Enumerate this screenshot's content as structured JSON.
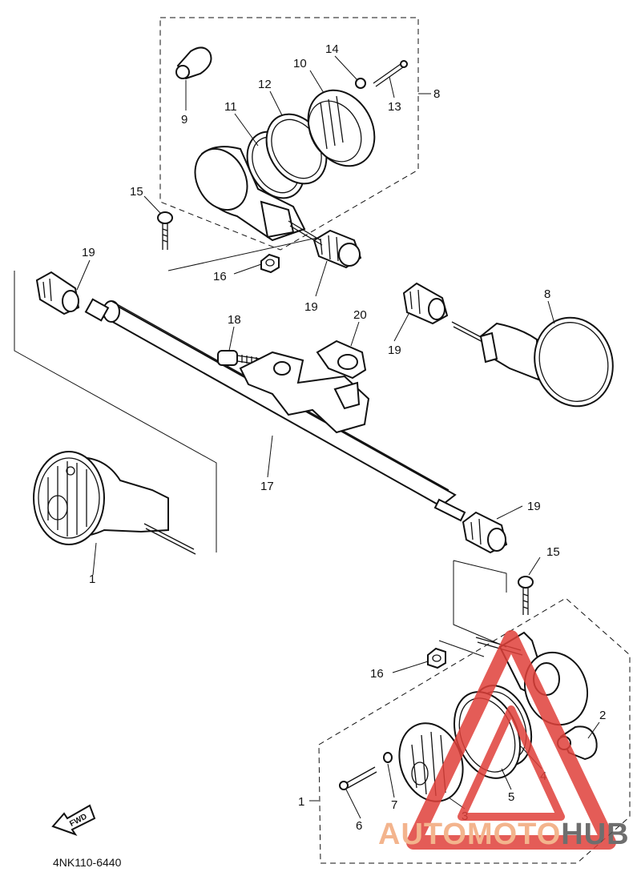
{
  "diagram": {
    "drawing_code": "4NK110-6440",
    "fwd_label": "FWD",
    "watermark": {
      "prefix": "AUTOMOTO",
      "suffix": "HUB",
      "prefix_color": "#f2a77a",
      "suffix_color": "#555555",
      "triangle_color": "#e0403a"
    },
    "callouts": {
      "c1_left": "1",
      "c1_right": "1",
      "c2": "2",
      "c3": "3",
      "c4": "4",
      "c5": "5",
      "c6": "6",
      "c7": "7",
      "c8_top": "8",
      "c8_right": "8",
      "c9": "9",
      "c10": "10",
      "c11": "11",
      "c12": "12",
      "c13": "13",
      "c14": "14",
      "c15_top": "15",
      "c15_right": "15",
      "c16_top": "16",
      "c16_bottom": "16",
      "c17": "17",
      "c18": "18",
      "c19_upper_left": "19",
      "c19_center": "19",
      "c19_right": "19",
      "c19_lower": "19",
      "c20": "20"
    }
  }
}
